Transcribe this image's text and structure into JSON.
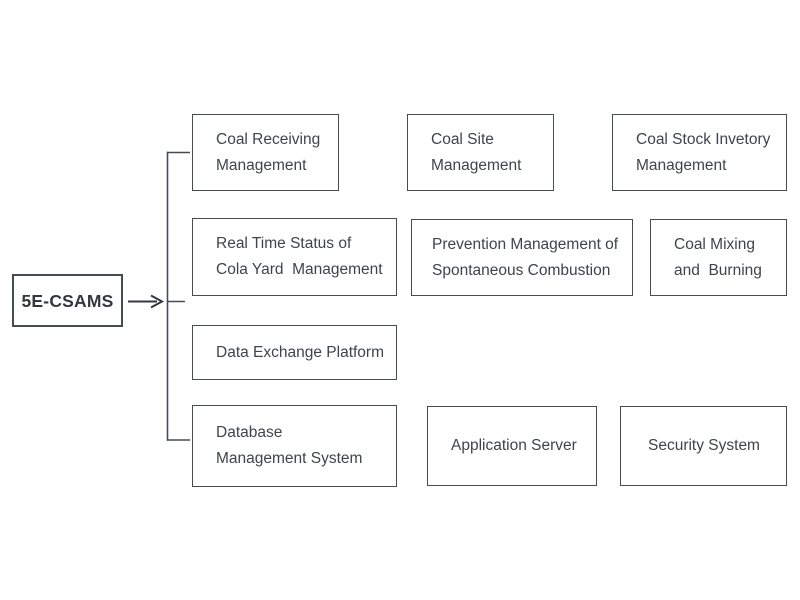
{
  "diagram": {
    "root": {
      "label": "5E-CSAMS"
    },
    "modules": [
      {
        "key": "coal-receiving-management",
        "label": "Coal Receiving\nManagement"
      },
      {
        "key": "coal-site-management",
        "label": "Coal Site\nManagement"
      },
      {
        "key": "coal-stock-invetory-management",
        "label": "Coal Stock Invetory\nManagement"
      },
      {
        "key": "real-time-status-of-cola-yard-management",
        "label": "Real Time Status of\nCola Yard  Management"
      },
      {
        "key": "prevention-management-of-spontaneous-combustion",
        "label": "Prevention Management of\nSpontaneous Combustion"
      },
      {
        "key": "coal-mixing-and-burning",
        "label": "Coal Mixing\nand  Burning"
      },
      {
        "key": "data-exchange-platform",
        "label": "Data Exchange Platform"
      },
      {
        "key": "database-management-system",
        "label": "Database\nManagement System"
      },
      {
        "key": "application-server",
        "label": "Application Server"
      },
      {
        "key": "security-system",
        "label": "Security System"
      }
    ],
    "colors": {
      "line": "#474c52",
      "text": "#3f444a",
      "background": "#ffffff"
    }
  }
}
